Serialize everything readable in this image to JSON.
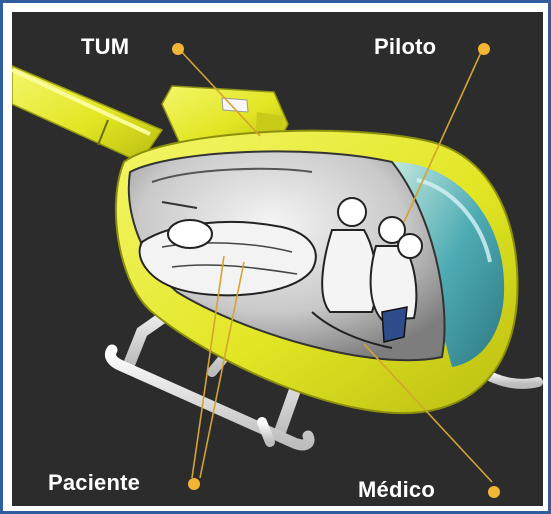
{
  "labels": {
    "tum": "TUM",
    "piloto": "Piloto",
    "paciente": "Paciente",
    "medico": "Médico"
  },
  "colors": {
    "background": "#2c2c2c",
    "border": "#2f5d9f",
    "fuselage": "#e8ec3a",
    "canopy": "#3fa6c4",
    "callout": "#f2b534",
    "skid": "#e6e6e6"
  }
}
